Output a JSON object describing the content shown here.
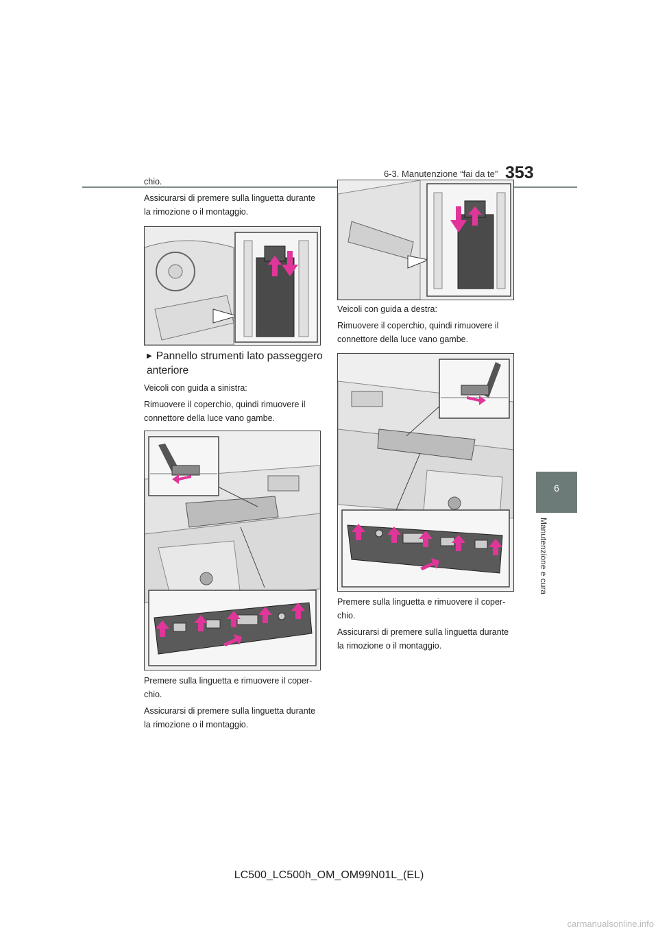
{
  "header": {
    "section": "6-3. Manutenzione “fai da te”",
    "page_number": "353"
  },
  "side_tab": {
    "chapter_number": "6",
    "chapter_title": "Manutenzione e cura"
  },
  "left_column": {
    "cont_text": "chio.",
    "note_1": "Assicurarsi di premere sulla linguetta durante la rimozione o il montaggio.",
    "heading": "Pannello strumenti lato passeggero anteriore",
    "vehicle_lhd": "Veicoli con guida a sinistra:",
    "instruction_lhd": "Rimuovere il coperchio, quindi rimuovere il connettore della luce vano gambe.",
    "step_lhd": "Premere sulla linguetta e rimuovere il coper-chio.",
    "note_2": "Assicurarsi di premere sulla linguetta durante la rimozione o il montaggio."
  },
  "right_column": {
    "vehicle_rhd": "Veicoli con guida a destra:",
    "instruction_rhd": "Rimuovere il coperchio, quindi rimuovere il connettore della luce vano gambe.",
    "step_rhd": "Premere sulla linguetta e rimuovere il coper-chio.",
    "note_3": "Assicurarsi di premere sulla linguetta durante la rimozione o il montaggio."
  },
  "footer": {
    "model_code": "LC500_LC500h_OM_OM99N01L_(EL)"
  },
  "watermark": "carmanualsonline.info",
  "colors": {
    "accent_arrow": "#e0369a",
    "tab_background": "#6d7b78"
  },
  "icons": {
    "heading_marker": "▶"
  }
}
